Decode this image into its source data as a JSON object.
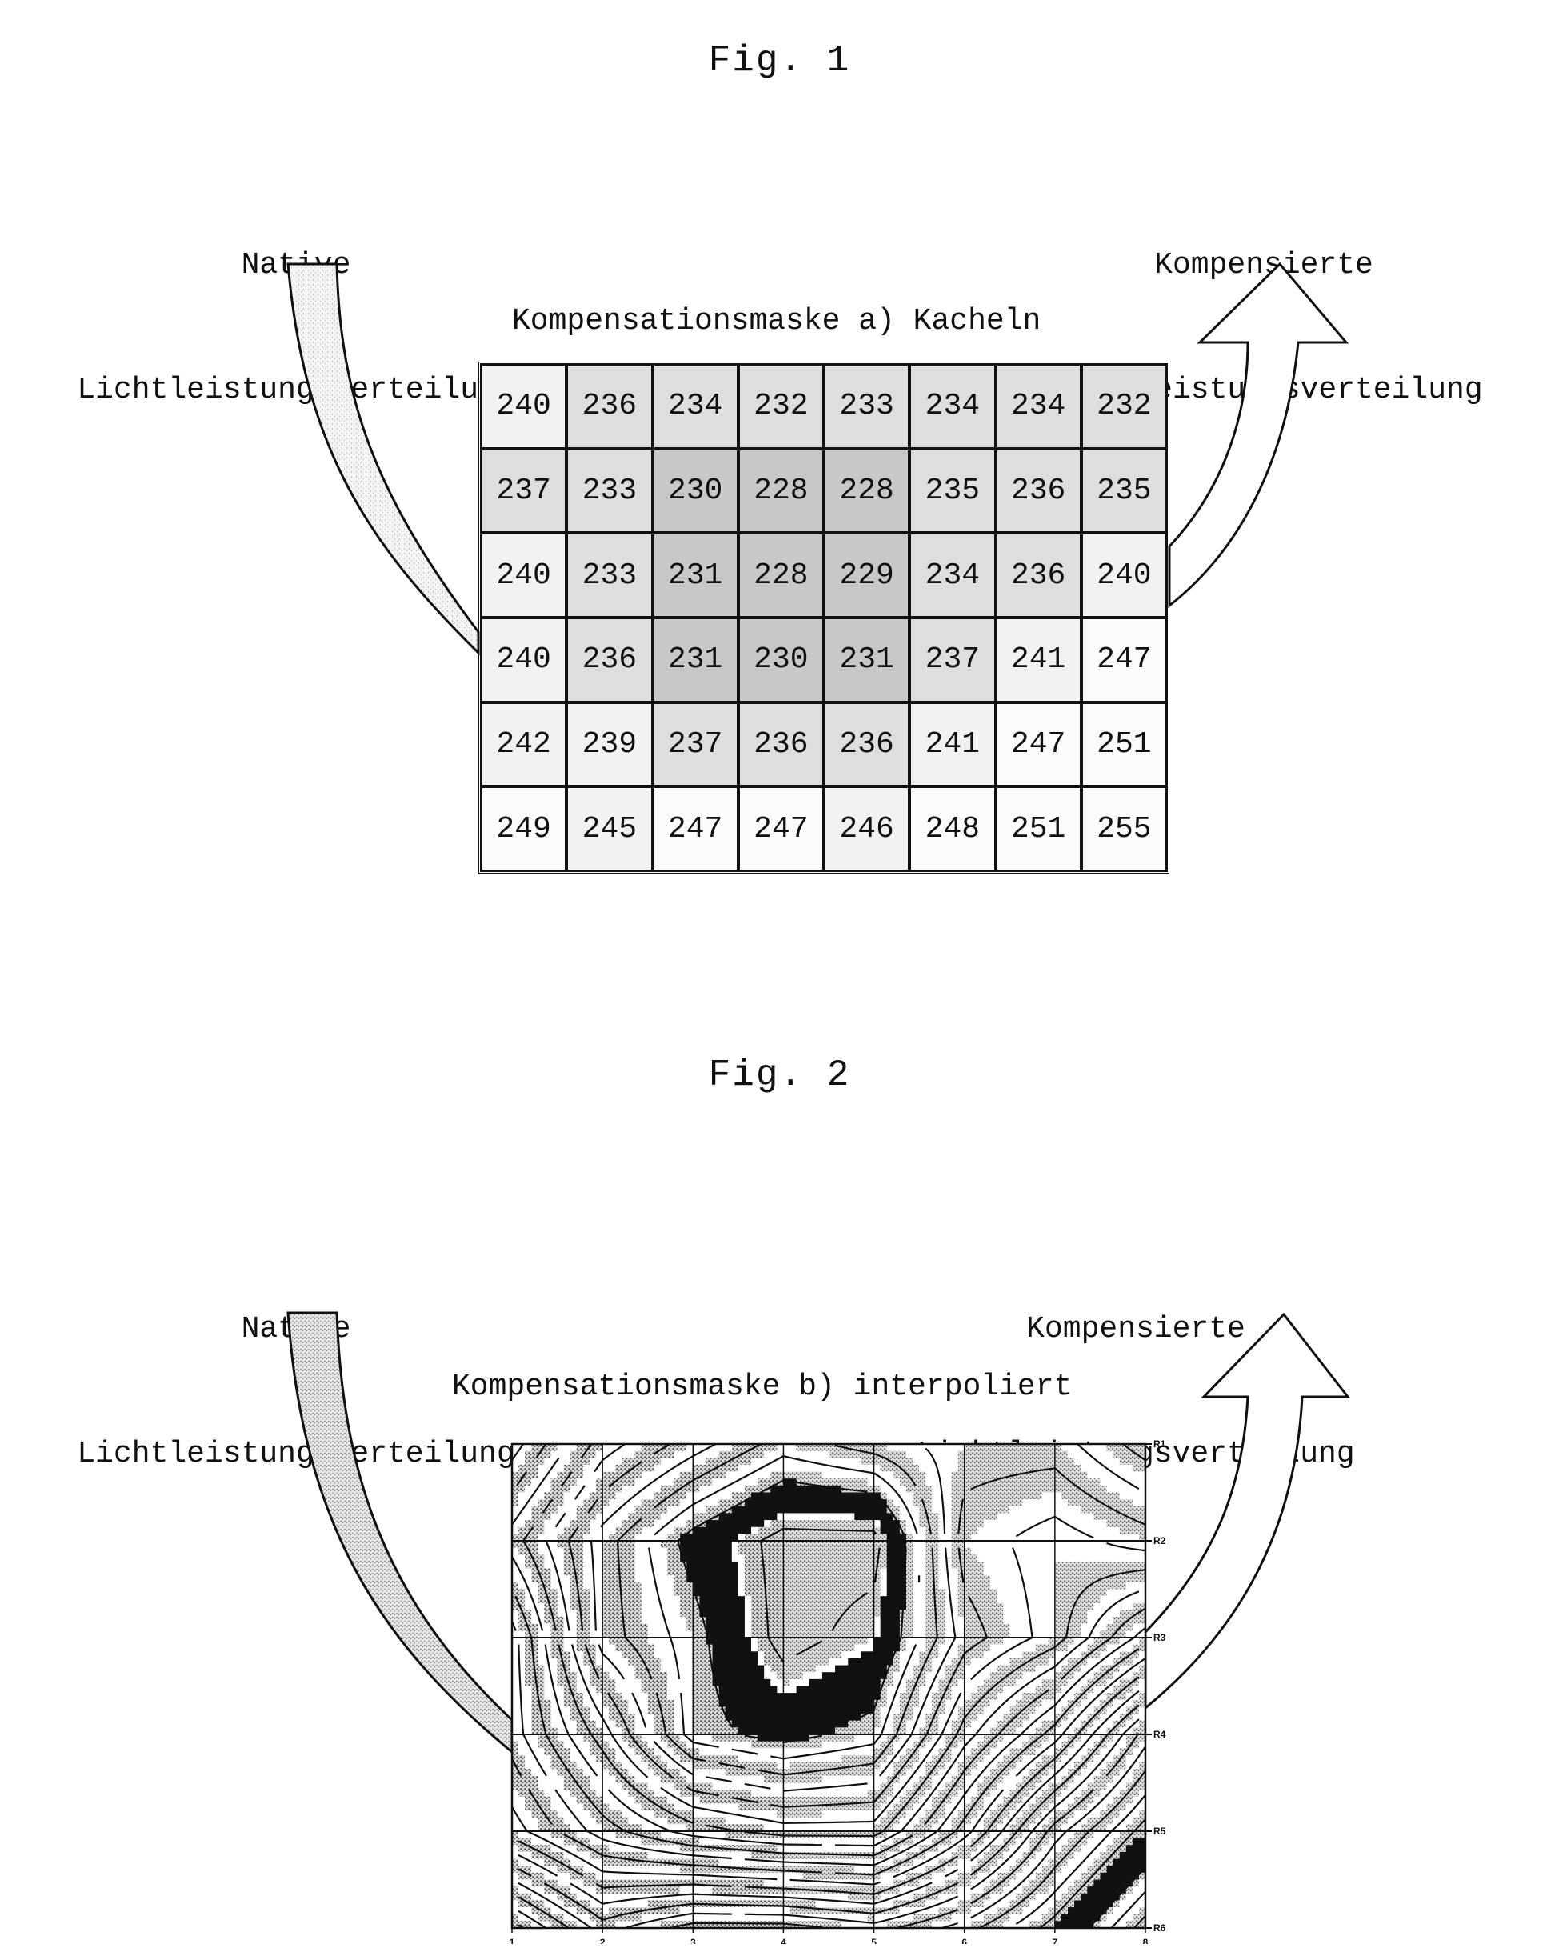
{
  "fig1": {
    "caption": "Fig. 1",
    "input_label": [
      "Native",
      "Lichtleistungsverteilung"
    ],
    "output_label": [
      "Kompensierte",
      "Lichtleistungsverteilung"
    ],
    "mask_label": "Kompensationsmaske a) Kacheln",
    "colors": {
      "line": "#111111",
      "shade_light": "#f2f2f2",
      "shade_mid": "#dedede",
      "shade_dark": "#c8c8c8"
    }
  },
  "fig2": {
    "caption": "Fig. 2",
    "input_label": [
      "Native",
      "Lichtleistungsverteilung"
    ],
    "output_label": [
      "Kompensierte",
      "Lichtleistungsverteilung"
    ],
    "mask_label": "Kompensationsmaske b) interpoliert"
  },
  "chart_data": [
    {
      "type": "table",
      "title": "Kompensationsmaske a) Kacheln",
      "rows": 6,
      "cols": 8,
      "values": [
        [
          240,
          236,
          234,
          232,
          233,
          234,
          234,
          232
        ],
        [
          237,
          233,
          230,
          228,
          228,
          235,
          236,
          235
        ],
        [
          240,
          233,
          231,
          228,
          229,
          234,
          236,
          240
        ],
        [
          240,
          236,
          231,
          230,
          231,
          237,
          241,
          247
        ],
        [
          242,
          239,
          237,
          236,
          236,
          241,
          247,
          251
        ],
        [
          249,
          245,
          247,
          247,
          246,
          248,
          251,
          255
        ]
      ]
    },
    {
      "type": "heatmap",
      "subtype": "contour",
      "title": "Kompensationsmaske b) interpoliert",
      "x_ticks": [
        "1",
        "2",
        "3",
        "4",
        "5",
        "6",
        "7",
        "8"
      ],
      "y_ticks": [
        "R1",
        "R2",
        "R3",
        "R4",
        "R5",
        "R6"
      ],
      "xlim": [
        1,
        8
      ],
      "ylim": [
        "R1",
        "R6"
      ],
      "grid": true,
      "values": [
        [
          240,
          236,
          234,
          232,
          233,
          234,
          234,
          232
        ],
        [
          237,
          233,
          230,
          228,
          228,
          235,
          236,
          235
        ],
        [
          240,
          233,
          231,
          228,
          229,
          234,
          236,
          240
        ],
        [
          240,
          236,
          231,
          230,
          231,
          237,
          241,
          247
        ],
        [
          242,
          239,
          237,
          236,
          236,
          241,
          247,
          251
        ],
        [
          249,
          245,
          247,
          247,
          246,
          248,
          251,
          255
        ]
      ],
      "contour_step": 1
    }
  ]
}
